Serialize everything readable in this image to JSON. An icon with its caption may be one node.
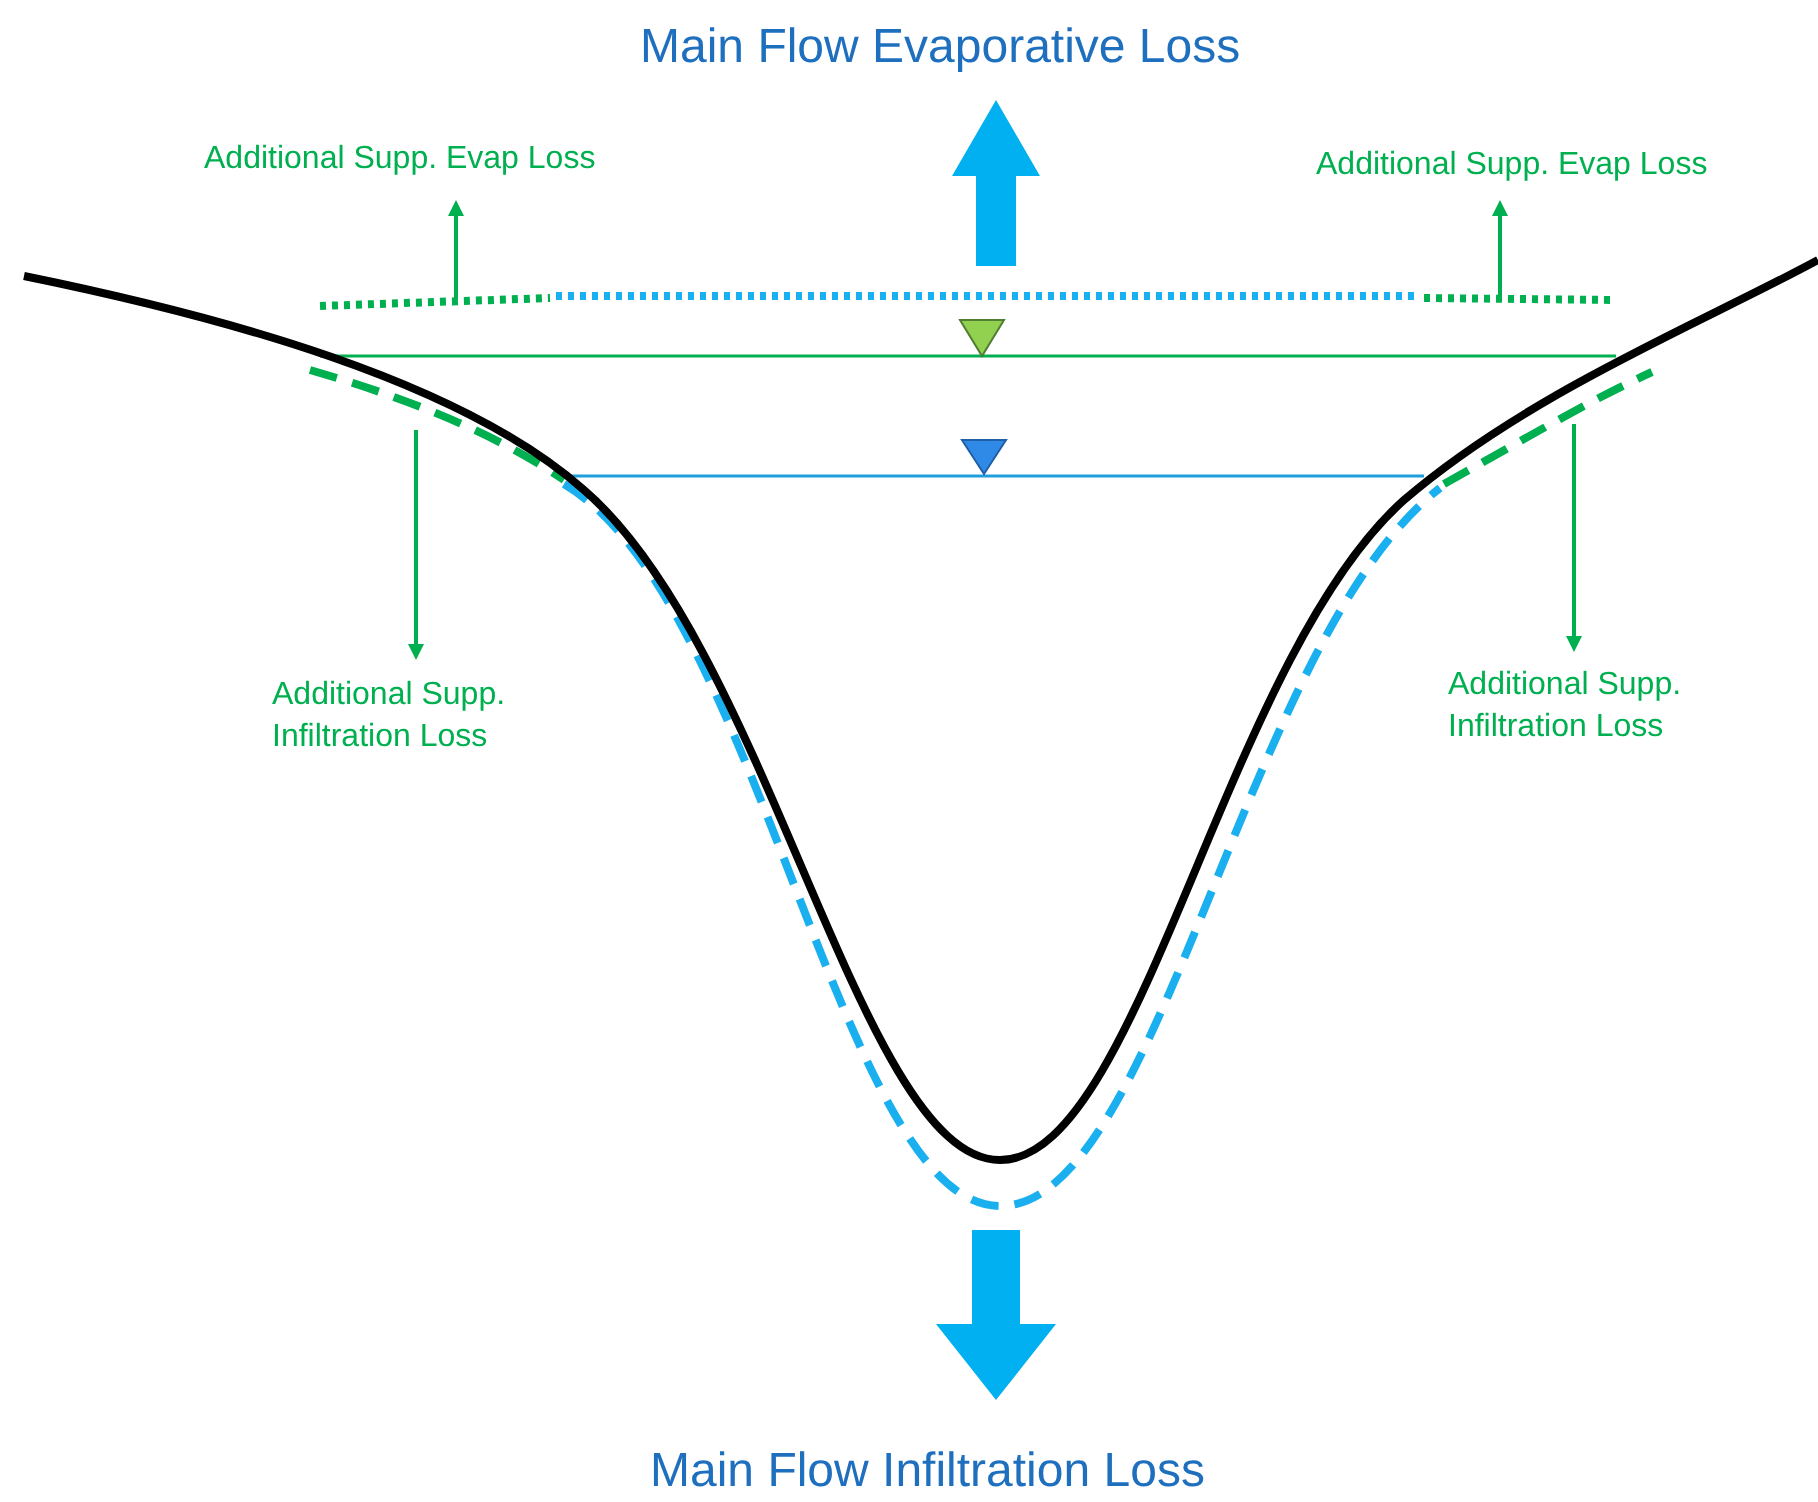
{
  "diagram": {
    "labels": [
      "Main Flow Evaporative Loss",
      "Additional Supp. Evap Loss",
      "Additional Supp. Evap Loss",
      "Additional Supp. Infiltration Loss",
      "Additional Supp. Infiltration Loss",
      "Main Flow Infiltration Loss"
    ]
  }
}
